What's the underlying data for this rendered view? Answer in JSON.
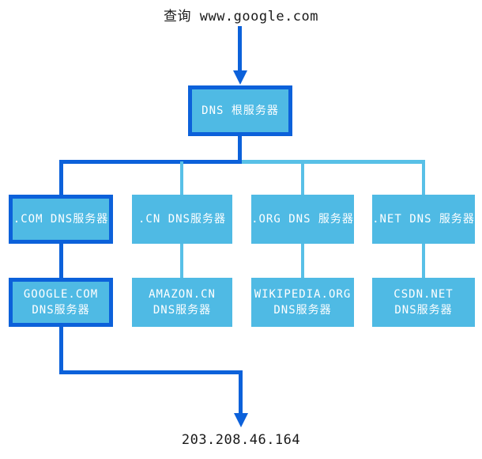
{
  "colors": {
    "highlight_blue": "#0c61da",
    "node_fill_blue": "#4fbae4",
    "connector_blue": "#58c0e7",
    "text_black": "#1a1a1a",
    "node_text_white": "#ffffff"
  },
  "header": {
    "query_label": "查询 www.google.com"
  },
  "diagram": {
    "root": {
      "label": "DNS 根服务器",
      "highlighted": true
    },
    "tld_servers": [
      {
        "label": ".COM DNS服务器",
        "highlighted": true
      },
      {
        "label": ".CN DNS服务器",
        "highlighted": false
      },
      {
        "label": ".ORG DNS 服务器",
        "highlighted": false
      },
      {
        "label": ".NET DNS 服务器",
        "highlighted": false
      }
    ],
    "authoritative_servers": [
      {
        "line1": "GOOGLE.COM",
        "line2": "DNS服务器",
        "highlighted": true
      },
      {
        "line1": "AMAZON.CN",
        "line2": "DNS服务器",
        "highlighted": false
      },
      {
        "line1": "WIKIPEDIA.ORG",
        "line2": "DNS服务器",
        "highlighted": false
      },
      {
        "line1": "CSDN.NET",
        "line2": "DNS服务器",
        "highlighted": false
      }
    ],
    "result_ip": "203.208.46.164"
  }
}
